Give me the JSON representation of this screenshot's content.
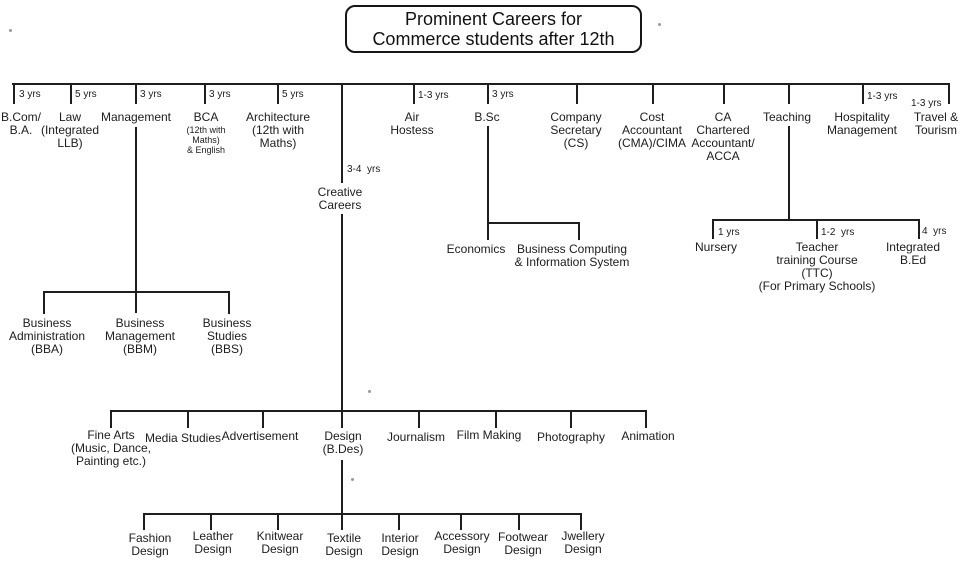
{
  "title": "Prominent Careers for\nCommerce students after 12th",
  "diagram_type": "tree-flowchart",
  "root_children": [
    "bcom",
    "law",
    "management",
    "bca",
    "architecture",
    "creative",
    "air_hostess",
    "bsc",
    "company_secretary",
    "cost_accountant",
    "ca",
    "teaching",
    "hospitality",
    "travel"
  ],
  "nodes": {
    "bcom": {
      "label": "B.Com/\nB.A.",
      "years": "3 yrs"
    },
    "law": {
      "label": "Law\n(Integrated\nLLB)",
      "years": "5 yrs"
    },
    "management": {
      "label": "Management",
      "years": "3 yrs",
      "children": [
        "bba",
        "bbm",
        "bbs"
      ]
    },
    "bca": {
      "label": "BCA",
      "sub": "(12th with\nMaths)\n& English",
      "years": "3 yrs"
    },
    "architecture": {
      "label": "Architecture\n(12th with\nMaths)",
      "years": "5 yrs"
    },
    "creative": {
      "label": "Creative\nCareers",
      "years": "3-4  yrs",
      "children": [
        "fine_arts",
        "media_studies",
        "advertisement",
        "design",
        "journalism",
        "film_making",
        "photography",
        "animation"
      ]
    },
    "air_hostess": {
      "label": "Air\nHostess",
      "years": "1-3 yrs"
    },
    "bsc": {
      "label": "B.Sc",
      "years": "3 yrs",
      "children": [
        "economics",
        "bcis"
      ]
    },
    "company_secretary": {
      "label": "Company\nSecretary\n(CS)"
    },
    "cost_accountant": {
      "label": "Cost\nAccountant\n(CMA)/CIMA"
    },
    "ca": {
      "label": "CA\nChartered\nAccountant/\nACCA"
    },
    "teaching": {
      "label": "Teaching",
      "children": [
        "nursery",
        "ttc",
        "integrated_bed"
      ]
    },
    "hospitality": {
      "label": "Hospitality\nManagement",
      "years": "1-3 yrs"
    },
    "travel": {
      "label": "Travel &\nTourism",
      "years": "1-3 yrs"
    },
    "bba": {
      "label": "Business\nAdministration\n(BBA)"
    },
    "bbm": {
      "label": "Business\nManagement\n(BBM)"
    },
    "bbs": {
      "label": "Business\nStudies\n(BBS)"
    },
    "economics": {
      "label": "Economics"
    },
    "bcis": {
      "label": "Business Computing\n& Information System"
    },
    "nursery": {
      "label": "Nursery",
      "years": "1 yrs"
    },
    "ttc": {
      "label": "Teacher\ntraining Course\n(TTC)\n(For Primary Schools)",
      "years": "1-2  yrs"
    },
    "integrated_bed": {
      "label": "Integrated\nB.Ed",
      "years": "4  yrs"
    },
    "fine_arts": {
      "label": "Fine Arts\n(Music, Dance,\nPainting etc.)"
    },
    "media_studies": {
      "label": "Media Studies"
    },
    "advertisement": {
      "label": "Advertisement"
    },
    "design": {
      "label": "Design\n(B.Des)",
      "children": [
        "fashion_design",
        "leather_design",
        "knitwear_design",
        "textile_design",
        "interior_design",
        "accessory_design",
        "footwear_design",
        "jwellery_design"
      ]
    },
    "journalism": {
      "label": "Journalism"
    },
    "film_making": {
      "label": "Film Making"
    },
    "photography": {
      "label": "Photography"
    },
    "animation": {
      "label": "Animation"
    },
    "fashion_design": {
      "label": "Fashion\nDesign"
    },
    "leather_design": {
      "label": "Leather\nDesign"
    },
    "knitwear_design": {
      "label": "Knitwear\nDesign"
    },
    "textile_design": {
      "label": "Textile\nDesign"
    },
    "interior_design": {
      "label": "Interior\nDesign"
    },
    "accessory_design": {
      "label": "Accessory\nDesign"
    },
    "footwear_design": {
      "label": "Footwear\nDesign"
    },
    "jwellery_design": {
      "label": "Jwellery\nDesign"
    }
  }
}
